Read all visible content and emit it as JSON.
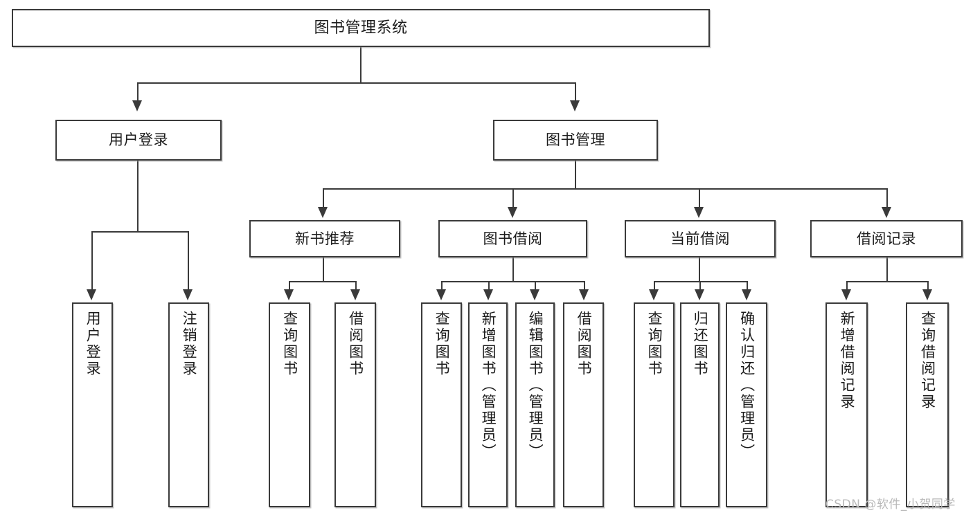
{
  "diagram": {
    "type": "tree",
    "title": "图书管理系统",
    "orientation": "top-down",
    "colors": {
      "stroke": "#3a3a3a",
      "fill": "#ffffff",
      "text": "#1c1c1c",
      "watermark": "#b9b9b9"
    },
    "nodes": {
      "root": {
        "label": "图书管理系统"
      },
      "level1": [
        {
          "label": "用户登录"
        },
        {
          "label": "图书管理"
        }
      ],
      "level2": [
        {
          "label": "新书推荐"
        },
        {
          "label": "图书借阅"
        },
        {
          "label": "当前借阅"
        },
        {
          "label": "借阅记录"
        }
      ],
      "leaves": {
        "user_login": [
          {
            "label": "用户登录"
          },
          {
            "label": "注销登录"
          }
        ],
        "new_book_recommend": [
          {
            "label": "查询图书"
          },
          {
            "label": "借阅图书"
          }
        ],
        "book_borrow": [
          {
            "label": "查询图书"
          },
          {
            "label": "新增图书（管理员）"
          },
          {
            "label": "编辑图书（管理员）"
          },
          {
            "label": "借阅图书"
          }
        ],
        "current_borrow": [
          {
            "label": "查询图书"
          },
          {
            "label": "归还图书"
          },
          {
            "label": "确认归还（管理员）"
          }
        ],
        "borrow_record": [
          {
            "label": "新增借阅记录"
          },
          {
            "label": "查询借阅记录"
          }
        ]
      }
    },
    "watermark": "CSDN @软件_小贺同学"
  }
}
